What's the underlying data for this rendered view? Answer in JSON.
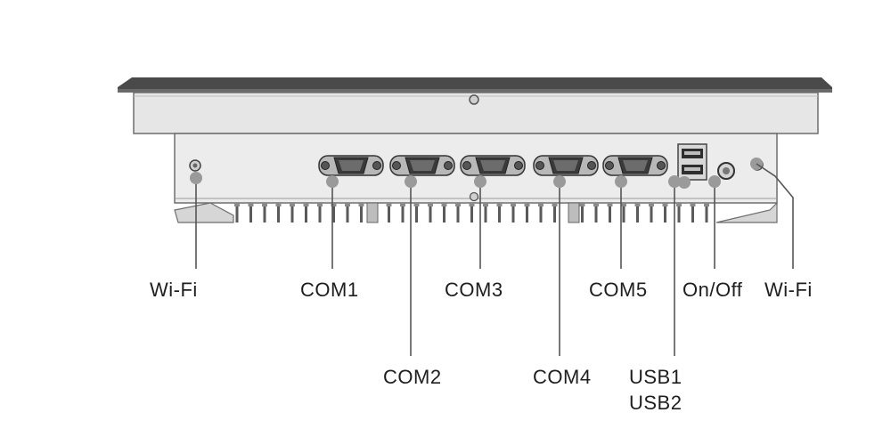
{
  "labels": {
    "wifi_left": "Wi-Fi",
    "com1": "COM1",
    "com2": "COM2",
    "com3": "COM3",
    "com4": "COM4",
    "com5": "COM5",
    "usb1": "USB1",
    "usb2": "USB2",
    "on_off": "On/Off",
    "wifi_right": "Wi-Fi"
  },
  "colors": {
    "line": "#555555",
    "marker": "#9a9a9a",
    "body": "#e8e8e8",
    "top": "#4a4a4a",
    "text": "#1e1e1e"
  }
}
